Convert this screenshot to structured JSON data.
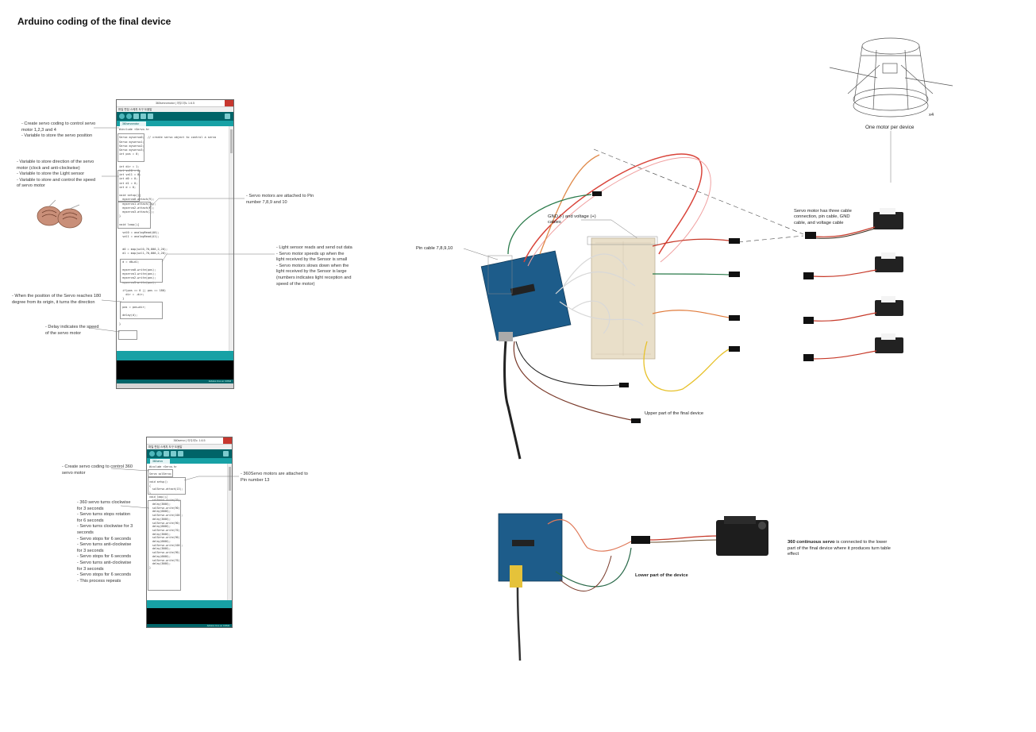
{
  "page_title": "Arduino coding of the final device",
  "ide1": {
    "window_title": "360servomotor | 아두이노 1.6.5",
    "menu": "파일  편집  스케치  도구  도움말",
    "tab": "360servomotor",
    "code": "#include <Servo.h>\n\nServo myservo0;  // create servo object to control a servo\nServo myservo1;\nServo myservo2;\nServo myservo3;\nint pos = 0;\n\n\nint dir = 1;\nint val0 = 0;\nint val1 = 0;\nint d0 = 0;\nint d1 = 0;\nint d = 0;\n\nvoid setup(){\n  myservo0.attach(9);\n  myservo1.attach(10);\n  myservo2.attach(8);\n  myservo3.attach(7);\n}\n\nvoid loop(){\n\n  val0 = analogRead(A0);\n  val1 = analogRead(A1);\n\n\n  d0 = map(val0,70,800,2,20);\n  d1 = map(val1,70,800,2,20);\n\n  d = d0+d1;\n\n  myservo0.write(pos);\n  myservo1.write(pos);\n  myservo2.write(pos);\n  myservo3.write(pos);\n\n  if(pos == 0 || pos == 180)\n    dir = -dir;\n  }\n\n  pos = pos+dir;\n\n  delay(d);\n\n}",
    "footer": "Arduino Uno on COM4"
  },
  "ide2": {
    "window_title": "360servo | 아두이노 1.6.5",
    "menu": "파일  편집  스케치  도구  도움말",
    "tab": "360servo",
    "code": "#include <Servo.h>\n\nServo solServo;\n\nvoid setup()\n{\n  solServo.attach(13);\n}\nvoid loop(){\n  solServo.write(70);\n  delay(3000);\n  solServo.write(90);\n  delay(6000);\n  solServo.write(100);\n  delay(3000);\n  solServo.write(90);\n  delay(6000);\n  solServo.write(70);\n  delay(3000);\n  solServo.write(90);\n  delay(6000);\n  solServo.write(100);\n  delay(3000);\n  solServo.write(90);\n  delay(6000);\n  solServo.write(70);\n  delay(3000);\n}",
    "footer": "Arduino Uno on COM4"
  },
  "notes": {
    "n1": "- Create servo coding to control servo\nmotor 1,2,3 and 4\n- Variable to store the servo position",
    "n2": "- Variable to store direction of the servo\nmotor (clock and anti-clockwise)\n- Variable to store the Light sensor\n- Variable to store and control the speed\nof servo motor",
    "n3": "- Servo motors are attached to Pin\nnumber 7,8,9 and 10",
    "n4": "- Light sensor reads and send out data\n- Servo motor speeds up when the\nlight received by the Sensor is small\n- Servo motors slows down when the\nlight received by the Sensor is large\n(numbers indicates light reception and\nspeed of the motor)",
    "n5": "- When the position of the Servo reaches 180\ndegree from its origin, it turns the direction",
    "n6": "- Delay indicates the speed\nof the servo motor",
    "n7": "- Create servo coding to control 360\nservo motor",
    "n8": "- 360Servo motors are attached to\nPin number 13",
    "n9": "- 360 servo turns clockwise\nfor 3 seconds\n- Servo turns stops rotation\nfor 6 seconds\n- Servo turns clockwise for 3\nseconds\n- Servo stops for 6 seconds\n- Servo turns anti-clockwise\nfor 3 seconds\n- Servo stops for 6 seconds\n- Servo turns anti-clockwise\nfor 3 seconds\n- Servo stops for 6 seconds\n- This process repeats"
  },
  "labels": {
    "gnd": "GND (-) and voltage (+)\ncables",
    "pin_cable": "Pin cable 7,8,9,10",
    "upper": "Upper part of the final device",
    "x4": "x4",
    "one_motor": "One motor per device",
    "servo_desc": "Servo motor has three cable\nconnection, pin cable, GND\ncable, and voltage cable",
    "lower": "Lower part of the device",
    "cont_servo_bold": "360 continuous servo",
    "cont_servo_rest": " is connected to the lower\npart of the final device where it produces turn table\neffect"
  },
  "colors": {
    "arduino_blue": "#1d5c8a",
    "breadboard": "#e9dfc9",
    "ide_teal": "#006468",
    "ide_tab": "#17a1a5"
  }
}
